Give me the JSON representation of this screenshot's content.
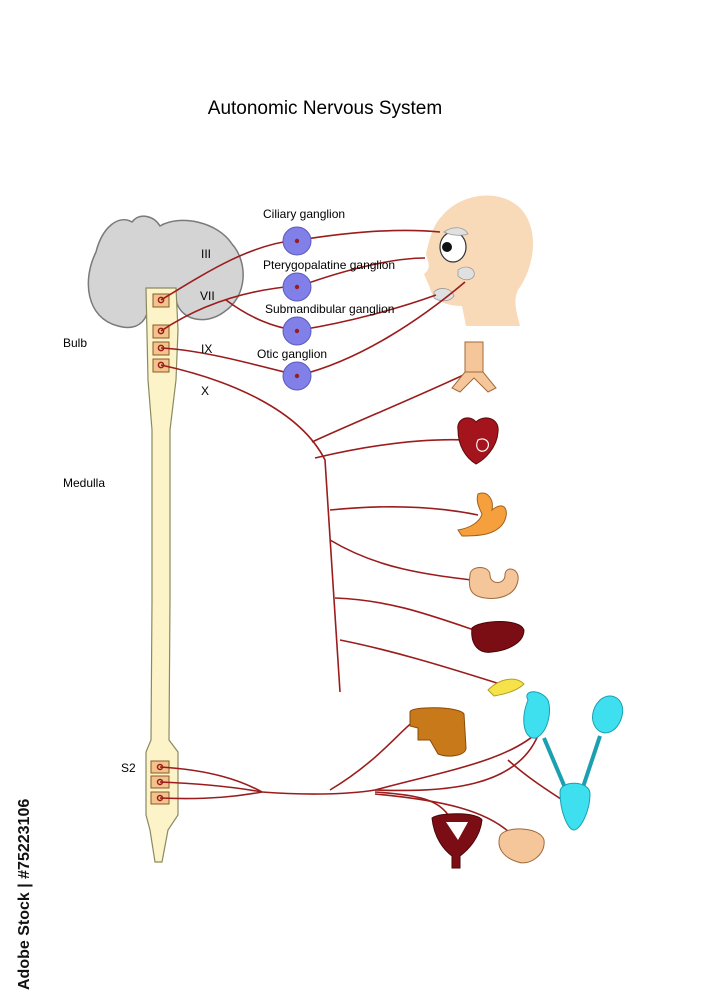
{
  "title": "Autonomic Nervous System",
  "ganglia": {
    "ciliary": "Ciliary ganglion",
    "pterygopalatine": "Pterygopalatine ganglion",
    "submandibular": "Submandibular ganglion",
    "otic": "Otic ganglion"
  },
  "nerves": {
    "n3": "III",
    "n7": "VII",
    "n9": "IX",
    "n10": "X"
  },
  "regions": {
    "bulb": "Bulb",
    "medulla": "Medulla",
    "s2": "S2"
  },
  "watermark": "Adobe Stock | #75223106",
  "colors": {
    "nerve": "#9b1c1c",
    "ganglion": "#8080e8",
    "cord": "#fdf3c8",
    "brain": "#d4d4d4",
    "skin": "#f8d9b8",
    "kidney": "#3ee0f0"
  }
}
